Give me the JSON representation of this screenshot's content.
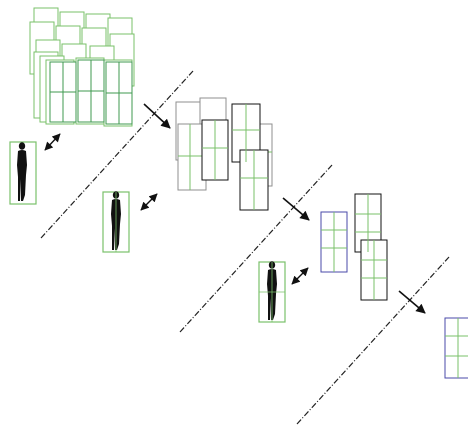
{
  "colors": {
    "background": "#ffffff",
    "green": "#7ac06a",
    "green_dark": "#3f9a4f",
    "gray": "#8f8f8f",
    "black": "#111111",
    "blue": "#4a4aa8",
    "dash": "#222222"
  },
  "stages": [
    {
      "name": "stage-1",
      "box_style": "green-stack",
      "silhouette": "person-walking"
    },
    {
      "name": "stage-2",
      "box_style": "gray-black",
      "silhouette": "person-walking"
    },
    {
      "name": "stage-3",
      "box_style": "blue-black",
      "silhouette": "person-walking"
    },
    {
      "name": "stage-4",
      "box_style": "blue",
      "silhouette": "none"
    }
  ],
  "icons": {
    "double_arrow": "double-arrow-icon",
    "single_arrow": "arrow-icon",
    "person": "person-silhouette-icon"
  }
}
